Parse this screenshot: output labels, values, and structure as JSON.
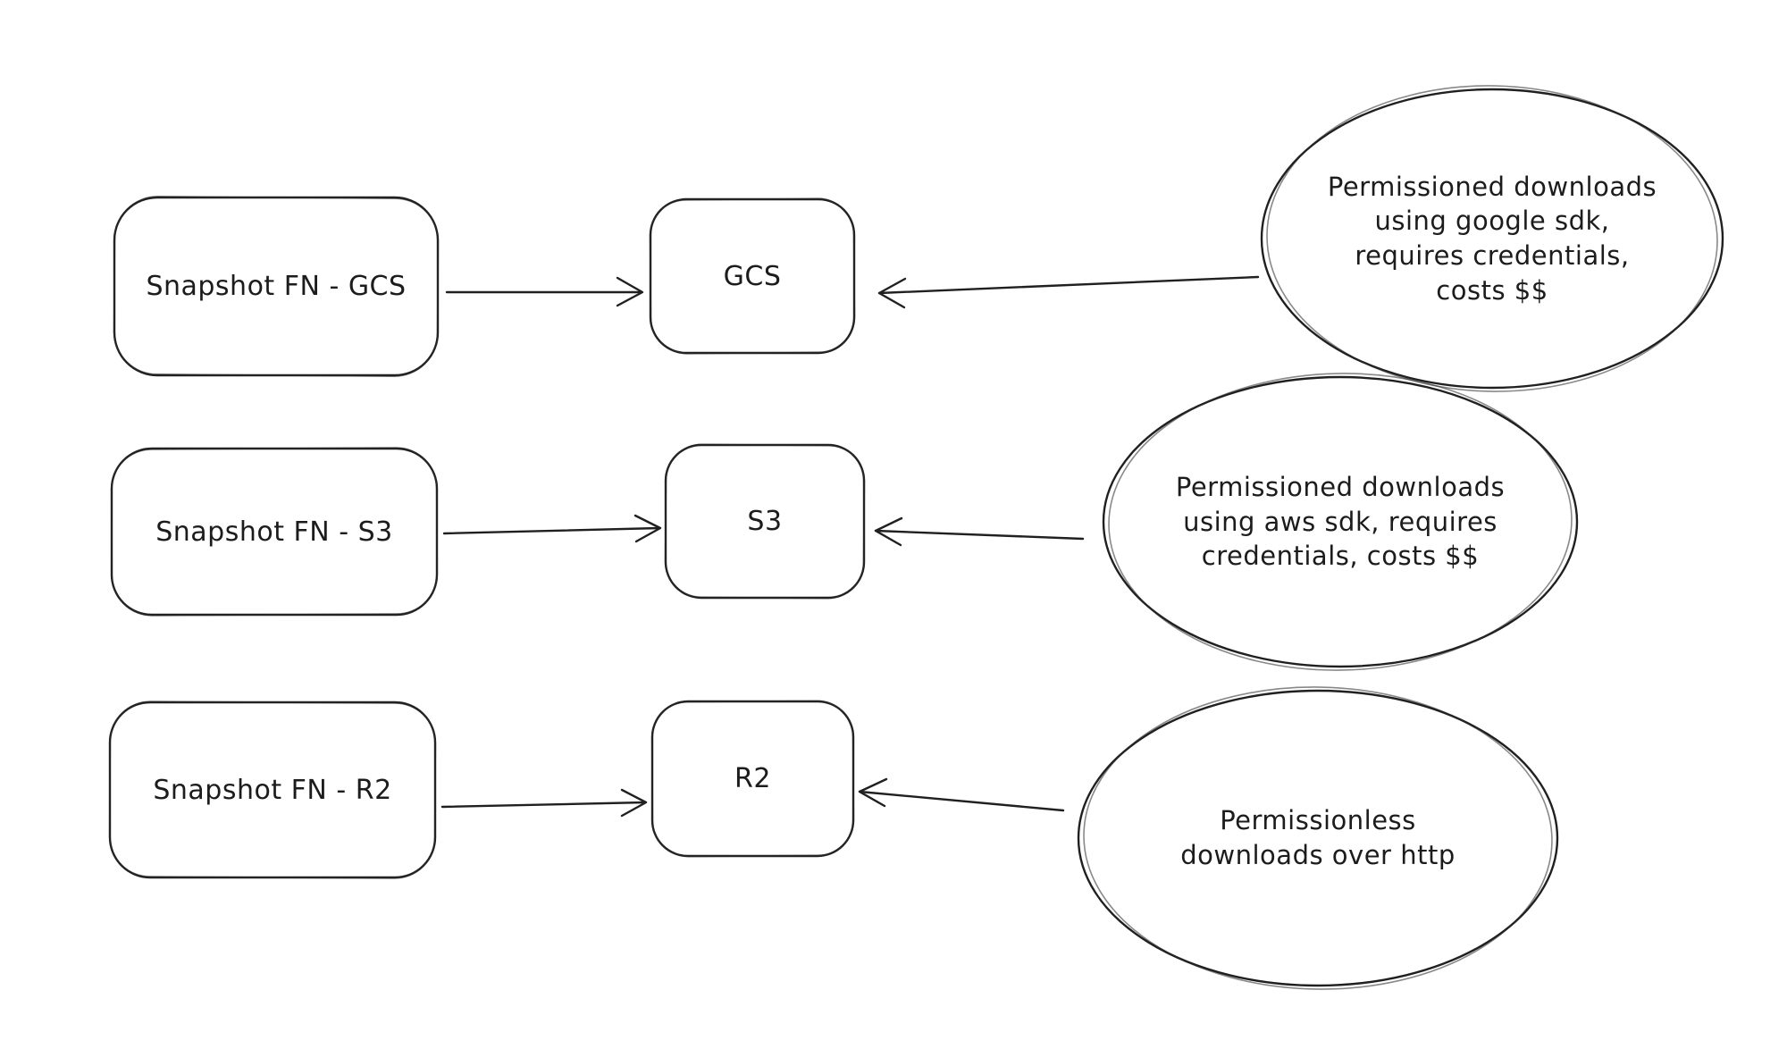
{
  "canvas": {
    "background": "#ffffff",
    "ink_color": "#202020"
  },
  "rows": [
    {
      "source_label": "Snapshot FN - GCS",
      "target_label": "GCS",
      "note": "Permissioned downloads\nusing google sdk,\nrequires credentials,\ncosts $$"
    },
    {
      "source_label": "Snapshot FN - S3",
      "target_label": "S3",
      "note": "Permissioned downloads\nusing aws sdk, requires\ncredentials, costs $$"
    },
    {
      "source_label": "Snapshot FN - R2",
      "target_label": "R2",
      "note": "Permissionless\ndownloads over http"
    }
  ]
}
